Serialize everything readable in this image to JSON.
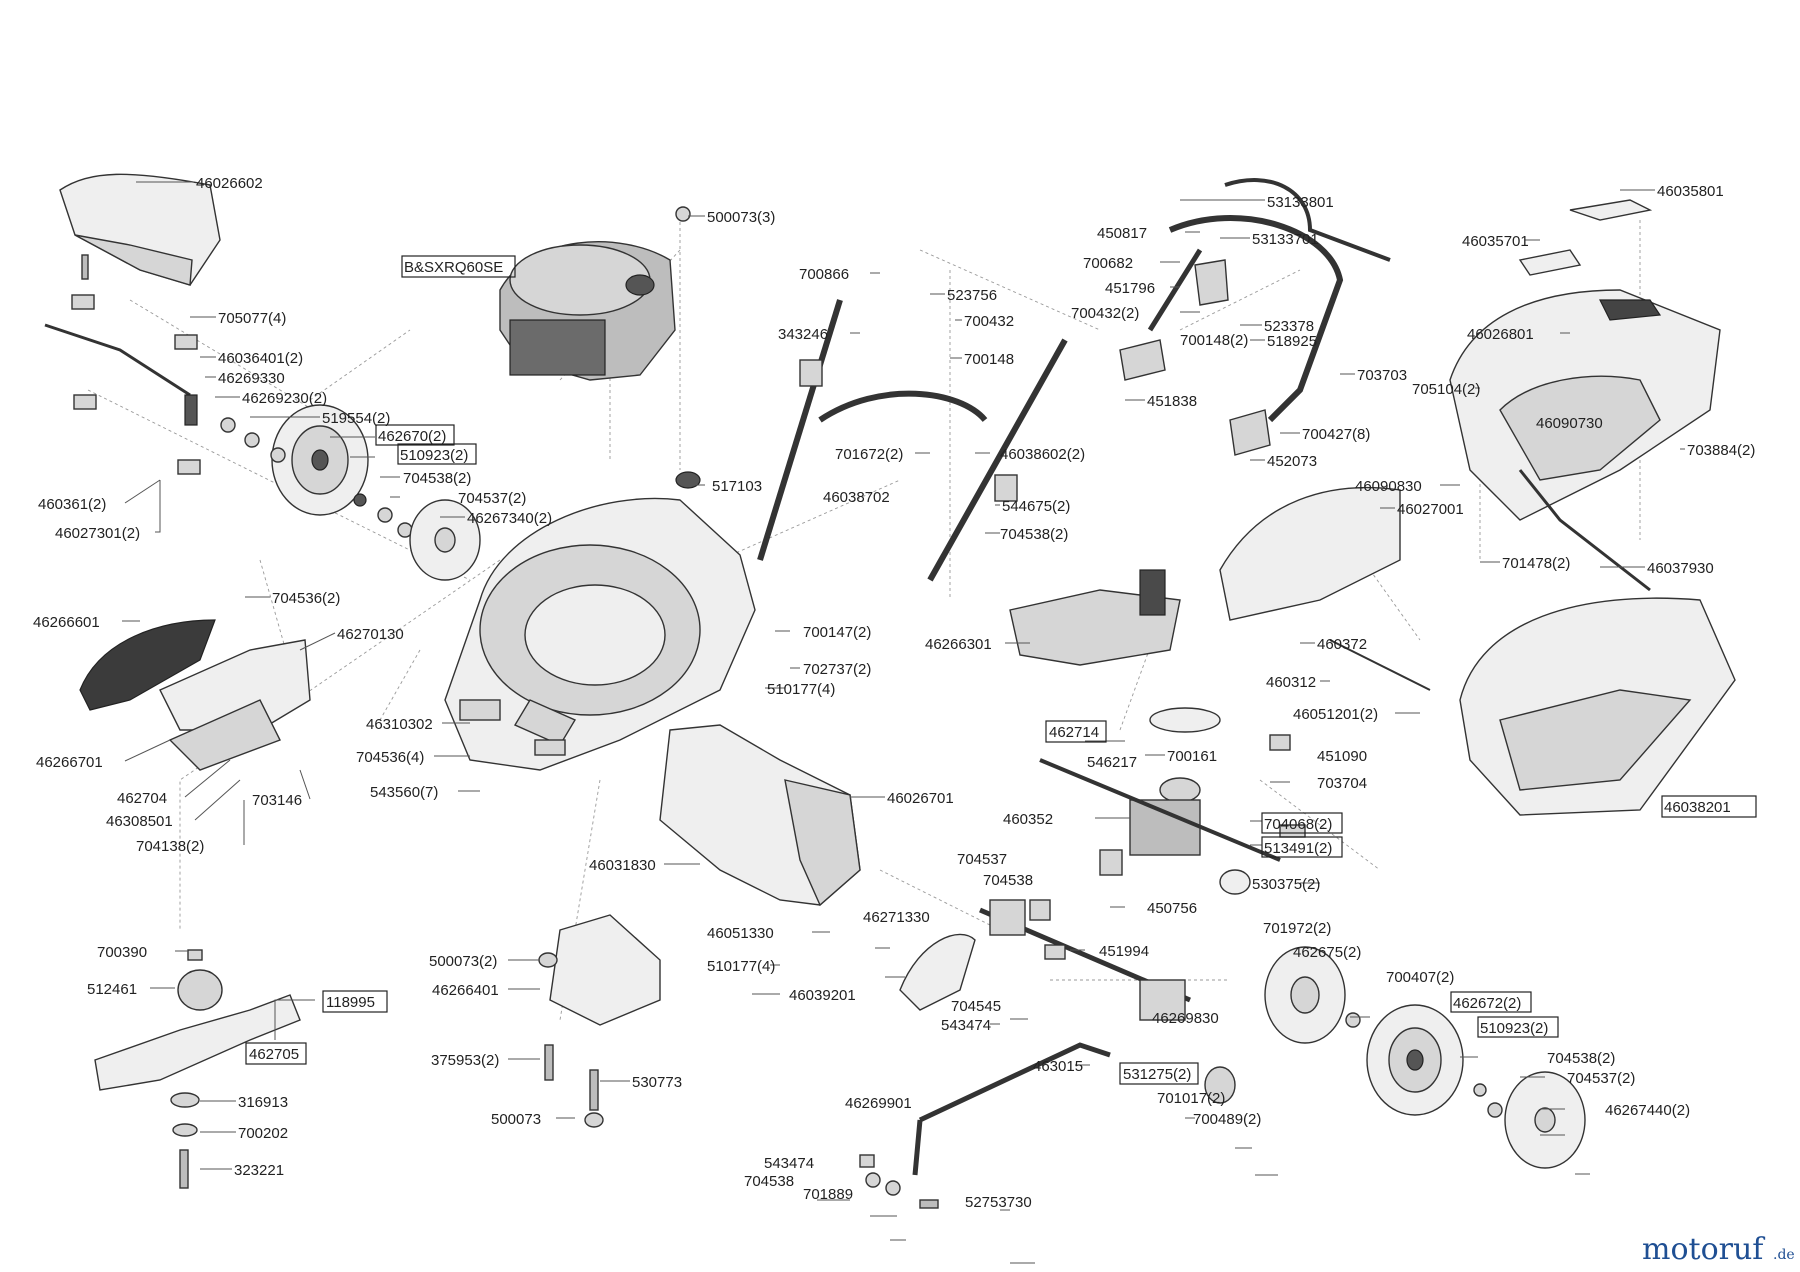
{
  "labels": {
    "l46026602": "46026602",
    "l705077": "705077(4)",
    "l46036401": "46036401(2)",
    "l46269330": "46269330",
    "l46269230": "46269230(2)",
    "l519554": "519554(2)",
    "l462670": "462670(2)",
    "l510923a": "510923(2)",
    "l704538a": "704538(2)",
    "l704537a": "704537(2)",
    "l46267340": "46267340(2)",
    "l460361": "460361(2)",
    "l46027301": "46027301(2)",
    "l500073_3": "500073(3)",
    "lBS": "B&SXRQ60SE",
    "l517103": "517103",
    "l700866": "700866",
    "l523756": "523756",
    "l700432a": "700432",
    "l343246": "343246",
    "l700148a": "700148",
    "l701672": "701672(2)",
    "l46038602": "46038602(2)",
    "l46038702": "46038702",
    "l544675": "544675(2)",
    "l704538b": "704538(2)",
    "l53133801": "53133801",
    "l450817": "450817",
    "l53133701": "53133701",
    "l700682": "700682",
    "l451796": "451796",
    "l700432b": "700432(2)",
    "l523378": "523378",
    "l700148b": "700148(2)",
    "l518925": "518925",
    "l703703": "703703",
    "l451838": "451838",
    "l700427": "700427(8)",
    "l452073": "452073",
    "l46035801": "46035801",
    "l46035701": "46035701",
    "l46026801": "46026801",
    "l705104": "705104(2)",
    "l46090730": "46090730",
    "l703884": "703884(2)",
    "l46090830": "46090830",
    "l46027001": "46027001",
    "l701478": "701478(2)",
    "l46037930": "46037930",
    "l704536a": "704536(2)",
    "l46266601": "46266601",
    "l46270130": "46270130",
    "l46266701": "46266701",
    "l462704": "462704",
    "l46308501": "46308501",
    "l703146": "703146",
    "l704138": "704138(2)",
    "l700147": "700147(2)",
    "l702737": "702737(2)",
    "l510177a": "510177(4)",
    "l46310302": "46310302",
    "l704536b": "704536(4)",
    "l543560": "543560(7)",
    "l46266301": "46266301",
    "l460372": "460372",
    "l460312": "460312",
    "l46051201": "46051201(2)",
    "l462714": "462714",
    "l451090": "451090",
    "l546217": "546217",
    "l700161": "700161",
    "l703704": "703704",
    "l460352": "460352",
    "l704068": "704068(2)",
    "l513491": "513491(2)",
    "l46038201": "46038201",
    "l46026701": "46026701",
    "l46031830": "46031830",
    "l530375": "530375(2)",
    "l704537b": "704537",
    "l704538c": "704538",
    "l450756": "450756",
    "l451994": "451994",
    "l46051330": "46051330",
    "l46271330": "46271330",
    "l510177b": "510177(4)",
    "l46039201": "46039201",
    "l704545": "704545",
    "l543474a": "543474",
    "l701972": "701972(2)",
    "l462675": "462675(2)",
    "l700407": "700407(2)",
    "l462672": "462672(2)",
    "l46269830": "46269830",
    "l510923b": "510923(2)",
    "l704538d": "704538(2)",
    "l704537c": "704537(2)",
    "l46267440": "46267440(2)",
    "l463015": "463015",
    "l531275": "531275(2)",
    "l701017": "701017(2)",
    "l700489": "700489(2)",
    "l46269901": "46269901",
    "l543474b": "543474",
    "l704538e": "704538",
    "l701889": "701889",
    "l52753730": "52753730",
    "l700390": "700390",
    "l512461": "512461",
    "l118995": "118995",
    "l462705": "462705",
    "l316913": "316913",
    "l700202": "700202",
    "l323221": "323221",
    "l500073_2": "500073(2)",
    "l46266401": "46266401",
    "l375953": "375953(2)",
    "l530773": "530773",
    "l500073": "500073"
  },
  "logo": {
    "main": "motoruf",
    "suffix": ".de"
  }
}
